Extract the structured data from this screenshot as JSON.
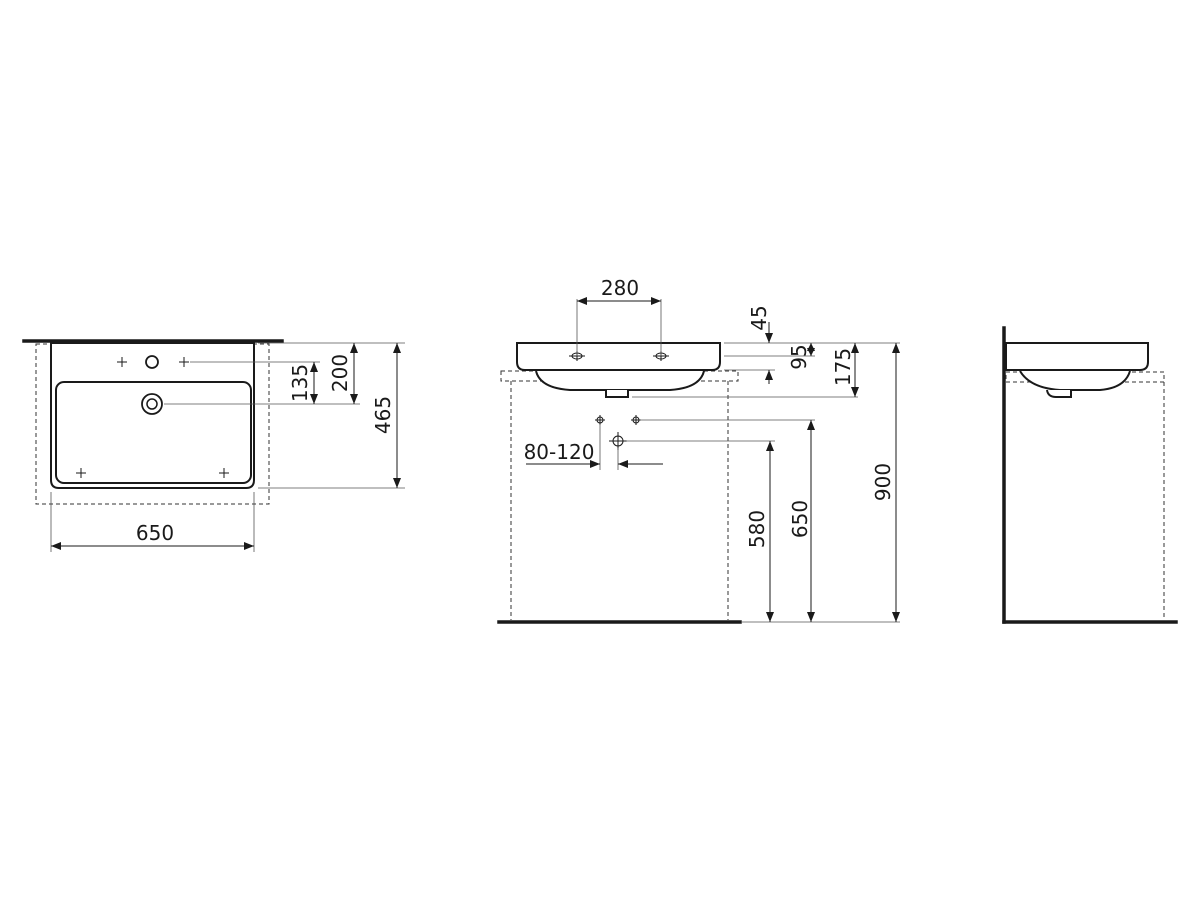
{
  "plan_view": {
    "dims": {
      "overall_depth": "465",
      "tap_hole_to_waste": "200",
      "wall_to_tap_hole": "135",
      "width": "650"
    }
  },
  "front_view": {
    "dims": {
      "fixing_spacing": "280",
      "rim_thickness": "45",
      "fixing_height": "95",
      "basin_height": "175",
      "trap_offset": "80-120",
      "trap_height": "580",
      "supply_height": "650",
      "mounting_height": "900"
    }
  },
  "side_view": {}
}
